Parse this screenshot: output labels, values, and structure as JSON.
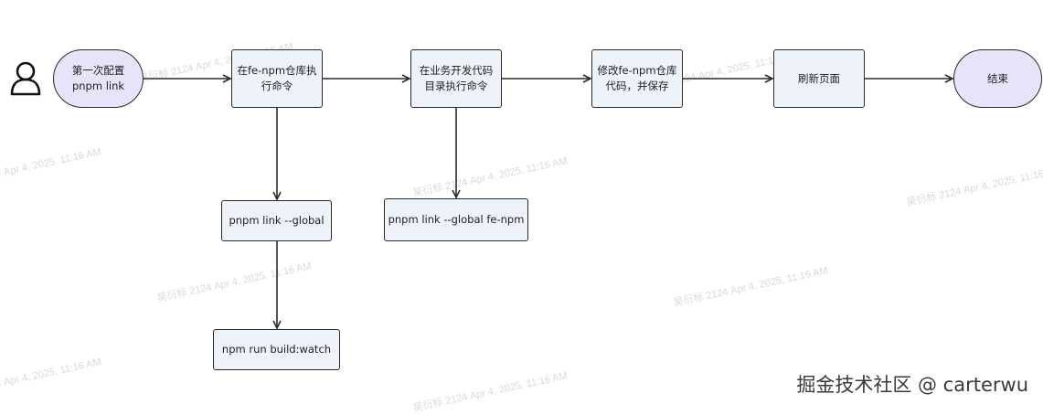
{
  "diagram": {
    "nodes": {
      "start": "第一次配置\npnpm link",
      "run_in_fe_npm": "在fe-npm仓库执\n行命令",
      "run_in_business": "在业务开发代码\n目录执行命令",
      "modify_fe_npm": "修改fe-npm仓库\n代码，并保存",
      "refresh_page": "刷新页面",
      "end": "结束",
      "link_global": "pnpm link --global",
      "link_global_fe_npm": "pnpm link --global fe-npm",
      "build_watch": "npm run build:watch"
    },
    "edges": [
      [
        "start",
        "run_in_fe_npm"
      ],
      [
        "run_in_fe_npm",
        "run_in_business"
      ],
      [
        "run_in_business",
        "modify_fe_npm"
      ],
      [
        "modify_fe_npm",
        "refresh_page"
      ],
      [
        "refresh_page",
        "end"
      ],
      [
        "run_in_fe_npm",
        "link_global"
      ],
      [
        "link_global",
        "build_watch"
      ],
      [
        "run_in_business",
        "link_global_fe_npm"
      ]
    ],
    "icons": {
      "actor": "user-icon"
    },
    "colors": {
      "process_fill": "#eef3fa",
      "terminal_fill": "#e8e3f9",
      "stroke": "#2b2b2b"
    }
  },
  "watermark_text": "吴衍标 2124 Apr 4, 2025, 11:16 AM",
  "credit": "掘金技术社区 @ carterwu"
}
